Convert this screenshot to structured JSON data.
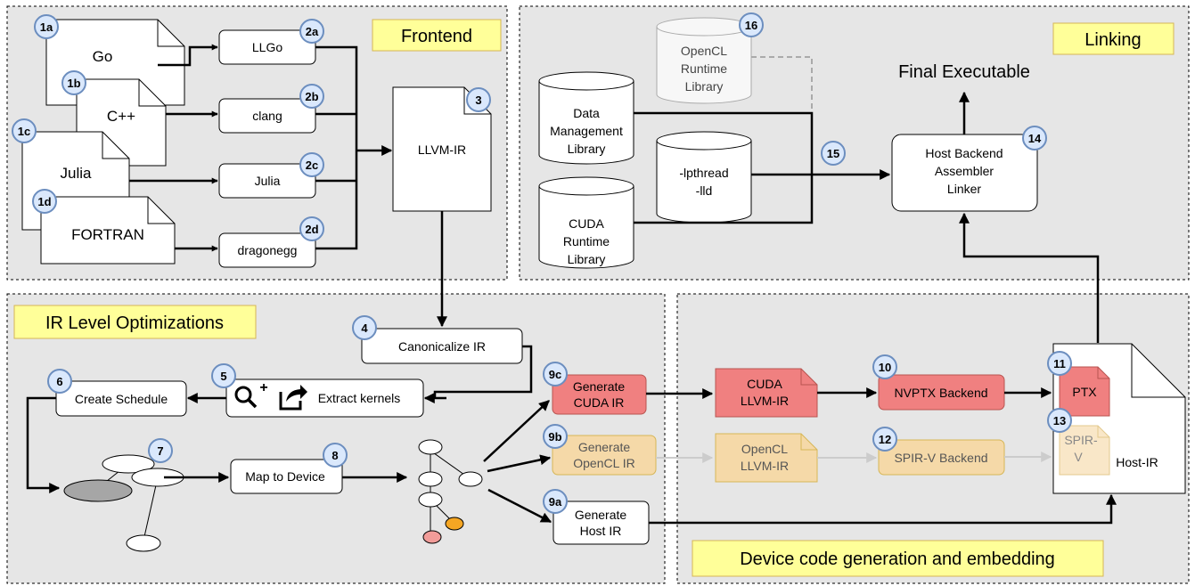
{
  "panels": {
    "frontend": "Frontend",
    "linking": "Linking",
    "ir_opt": "IR Level Optimizations",
    "device": "Device code generation and embedding"
  },
  "sources": {
    "go": "Go",
    "cpp": "C++",
    "julia": "Julia",
    "fortran": "FORTRAN"
  },
  "compilers": {
    "llgo": "LLGo",
    "clang": "clang",
    "julia": "Julia",
    "dragonegg": "dragonegg"
  },
  "llvm_ir": "LLVM-IR",
  "libraries": {
    "opencl_rt": [
      "OpenCL",
      "Runtime",
      "Library"
    ],
    "data_mgmt": [
      "Data",
      "Management",
      "Library"
    ],
    "cuda_rt": [
      "CUDA",
      "Runtime",
      "Library"
    ],
    "pthread": [
      "-lpthread",
      "-lld"
    ]
  },
  "final_executable": "Final Executable",
  "host_backend": [
    "Host Backend",
    "Assembler",
    "Linker"
  ],
  "steps": {
    "canonicalize": "Canonicalize IR",
    "extract": "Extract kernels",
    "schedule": "Create Schedule",
    "map_device": "Map to Device",
    "gen_cuda": [
      "Generate",
      "CUDA IR"
    ],
    "gen_opencl": [
      "Generate",
      "OpenCL IR"
    ],
    "gen_host": [
      "Generate",
      "Host IR"
    ],
    "cuda_llvm": [
      "CUDA",
      "LLVM-IR"
    ],
    "opencl_llvm": [
      "OpenCL",
      "LLVM-IR"
    ],
    "nvptx": "NVPTX Backend",
    "spirv": "SPIR-V Backend",
    "ptx": "PTX",
    "spirv_doc": [
      "SPIR-",
      "V"
    ],
    "host_ir": "Host-IR"
  },
  "badges": [
    "1a",
    "1b",
    "1c",
    "1d",
    "2a",
    "2b",
    "2c",
    "2d",
    "3",
    "4",
    "5",
    "6",
    "7",
    "8",
    "9a",
    "9b",
    "9c",
    "10",
    "11",
    "12",
    "13",
    "14",
    "15",
    "16"
  ],
  "colors": {
    "panel_bg": "#e6e6e6",
    "badge_fill": "#dae8fc",
    "badge_stroke": "#6c8ebf",
    "label_fill": "#ffff99",
    "label_stroke": "#d6b656",
    "cuda_fill": "#f08080",
    "cuda_stroke": "#b85450",
    "opencl_fill": "#f5d9a8",
    "opencl_stroke": "#d6b656",
    "node_gray": "#a6a6a6",
    "node_red": "#f19c99",
    "node_orange": "#f5a623"
  }
}
